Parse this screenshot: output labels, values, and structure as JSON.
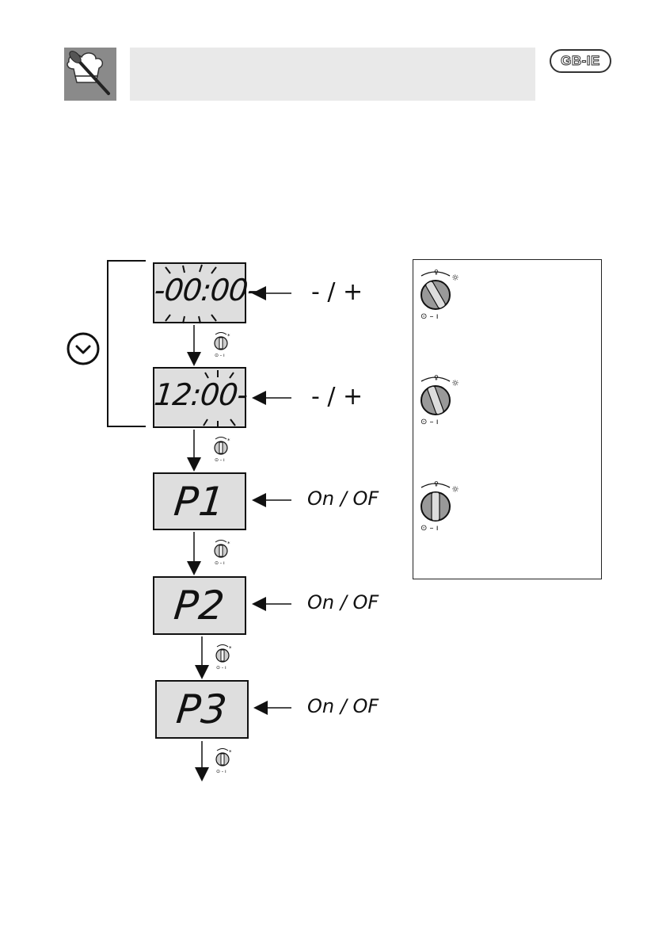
{
  "header": {
    "badge": "GB-IE"
  },
  "displays": [
    {
      "text": "-00:00-"
    },
    {
      "text": "12:00-"
    },
    {
      "text": "P1"
    },
    {
      "text": "P2"
    },
    {
      "text": "P3"
    }
  ],
  "actions": {
    "adjust": "- / +",
    "toggle": "On / OF"
  },
  "icons": {
    "clock": "clock-icon",
    "knob": "knob-icon",
    "chef": "chef-spoon-icon"
  }
}
